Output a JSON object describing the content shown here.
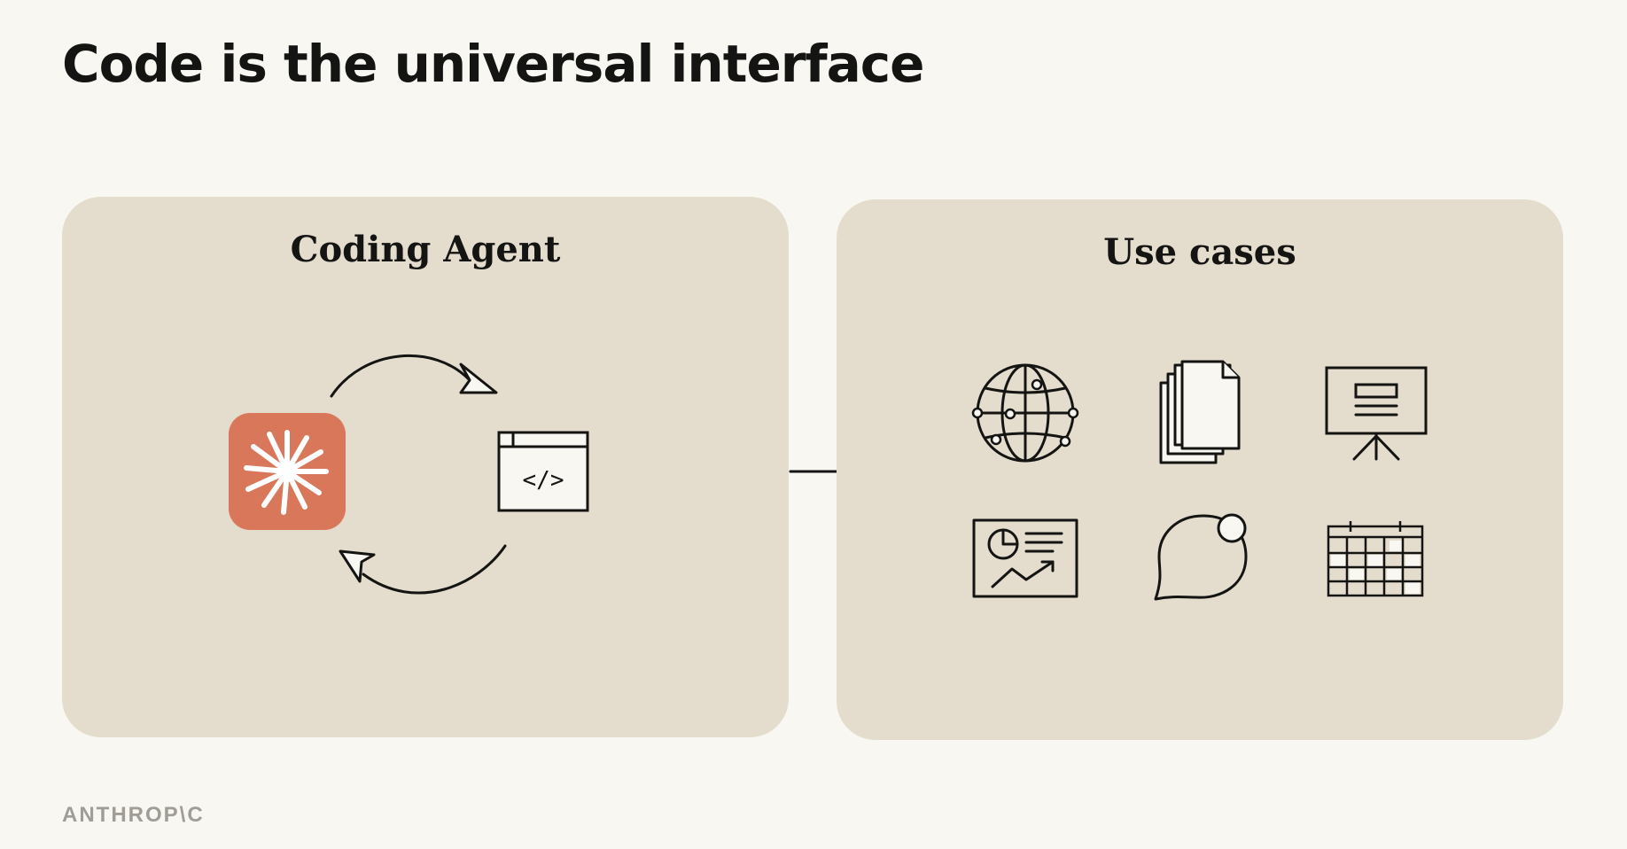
{
  "slide": {
    "title": "Code is the universal interface",
    "footer_logo": "ANTHROP\\C"
  },
  "left_panel": {
    "title": "Coding Agent",
    "agent_icon": "claude-spark-icon",
    "agent_icon_color": "#d9775a",
    "code_icon": "code-window-icon",
    "code_text": "</>",
    "loop_arrows": [
      "arrow-top-icon",
      "arrow-bottom-icon"
    ]
  },
  "connector": {
    "icon": "arrow-right-icon"
  },
  "right_panel": {
    "title": "Use cases",
    "use_case_icons": [
      "globe-icon",
      "documents-icon",
      "presentation-icon",
      "report-icon",
      "chat-icon",
      "calendar-icon"
    ]
  },
  "colors": {
    "background": "#f8f7f2",
    "panel": "#e4dccd",
    "ink": "#141413",
    "accent": "#d9775a",
    "footer": "#a09d96"
  }
}
